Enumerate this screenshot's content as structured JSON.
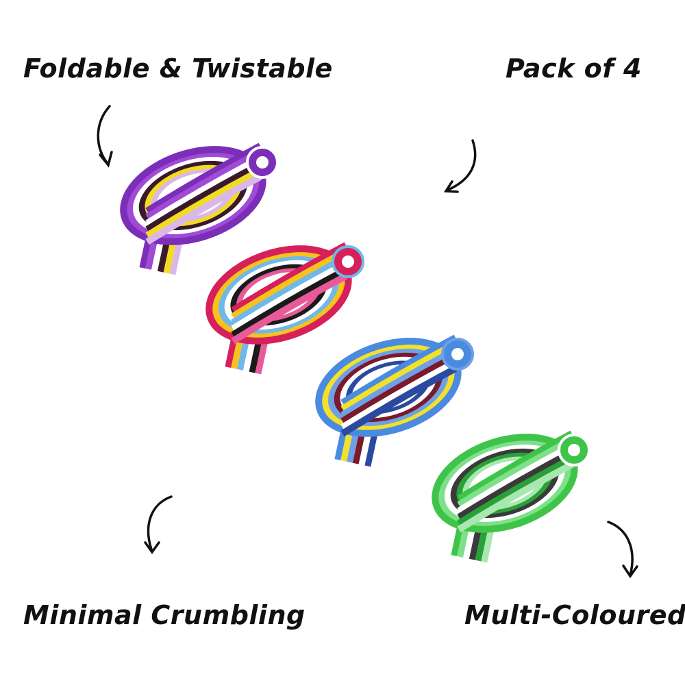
{
  "captions": {
    "foldable": "Foldable & Twistable",
    "pack": "Pack of 4",
    "minimal": "Minimal Crumbling",
    "multi": "Multi-Coloured"
  },
  "erasers": [
    {
      "name": "purple-knot",
      "stripes": [
        "#7b2fb8",
        "#a04ad6",
        "#ffffff",
        "#3a1a2a",
        "#f2dc22",
        "#d9b8e8"
      ]
    },
    {
      "name": "rainbow-knot",
      "stripes": [
        "#d6205a",
        "#f7c21c",
        "#6fb8e8",
        "#ffffff",
        "#1a1a1a",
        "#e85a9a"
      ]
    },
    {
      "name": "blue-yellow-knot",
      "stripes": [
        "#4a8be0",
        "#f2e02a",
        "#6da0e8",
        "#7a1a2a",
        "#ffffff",
        "#2a4aa0"
      ]
    },
    {
      "name": "green-knot",
      "stripes": [
        "#3fc44a",
        "#7fe08a",
        "#ffffff",
        "#3a3a3a",
        "#2aa038",
        "#a8e8b0"
      ]
    }
  ],
  "colors": {
    "background": "#ffffff",
    "text": "#111111"
  }
}
